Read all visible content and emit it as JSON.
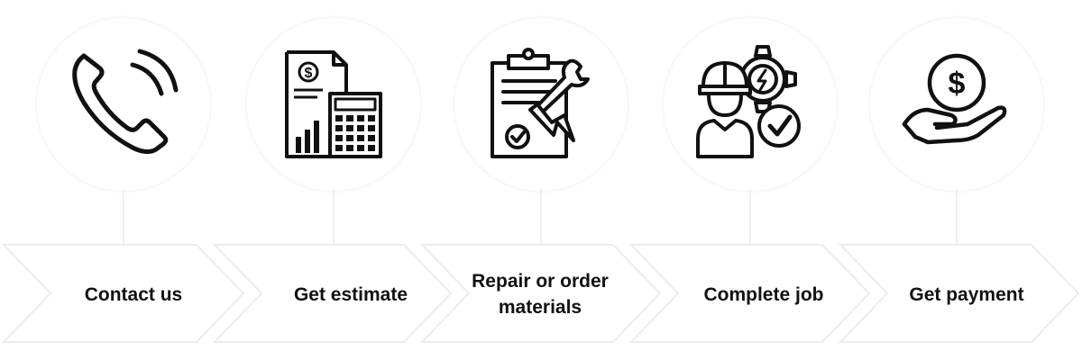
{
  "steps": [
    {
      "label": "Contact us",
      "icon": "phone-icon"
    },
    {
      "label": "Get estimate",
      "icon": "estimate-calculator-icon"
    },
    {
      "label": "Repair or order materials",
      "icon": "clipboard-wrench-icon"
    },
    {
      "label": "Complete job",
      "icon": "worker-gear-check-icon"
    },
    {
      "label": "Get payment",
      "icon": "hand-dollar-icon"
    }
  ],
  "colors": {
    "ink": "#111111",
    "chevron_stroke": "#ececec",
    "background": "#ffffff"
  }
}
